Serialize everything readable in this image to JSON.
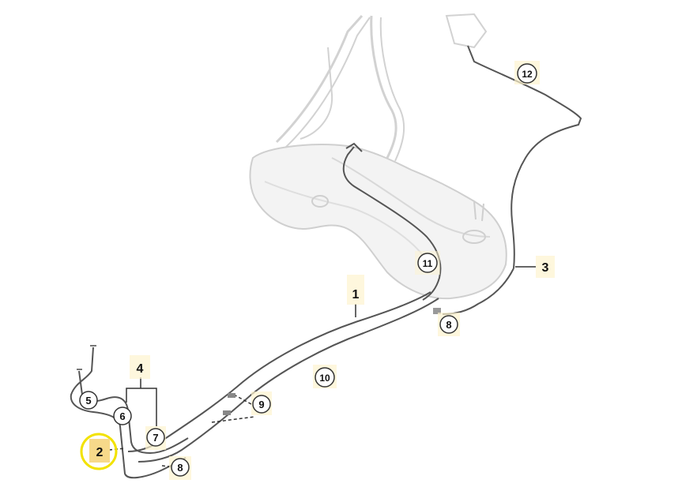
{
  "callouts": {
    "c1": "1",
    "c2": "2",
    "c3": "3",
    "c4": "4",
    "c5": "5",
    "c6": "6",
    "c7": "7",
    "c8a": "8",
    "c8b": "8",
    "c9": "9",
    "c10": "10",
    "c11": "11",
    "c12": "12"
  },
  "colors": {
    "line": "#555555",
    "ghost": "#cfcfcf",
    "tank_fill": "#f2f2f2",
    "label_bg": "#fdf3cf",
    "highlight_bg": "#f7d98a",
    "highlight_ring": "#f2e200"
  }
}
